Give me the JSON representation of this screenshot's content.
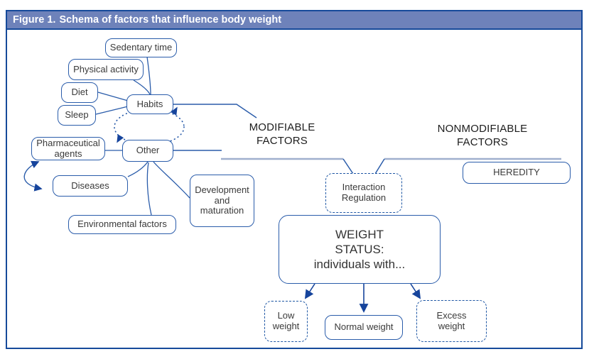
{
  "title": {
    "prefix": "Figure 1.",
    "rest": "Schema of factors that influence body weight"
  },
  "colors": {
    "header_fill": "#6e82ba",
    "frame_border": "#164a9a",
    "node_border": "#2a5caa",
    "dashed_border": "#1f57a4",
    "arrowhead": "#16449c",
    "bracket_line": "#9fafce",
    "node_text": "#3a3a3a",
    "label_text": "#1d1d1d",
    "title_text": "#ffffff"
  },
  "group_labels": {
    "modifiable": "MODIFIABLE FACTORS",
    "nonmodifiable": "NONMODIFIABLE FACTORS"
  },
  "nodes": {
    "sedentary_time": {
      "label": "Sedentary time"
    },
    "physical_activity": {
      "label": "Physical activity"
    },
    "diet": {
      "label": "Diet"
    },
    "sleep": {
      "label": "Sleep"
    },
    "habits": {
      "label": "Habits"
    },
    "pharmaceutical_agents": {
      "label": "Pharmaceutical agents"
    },
    "other": {
      "label": "Other"
    },
    "diseases": {
      "label": "Diseases"
    },
    "environmental_factors": {
      "label": "Environmental factors"
    },
    "development_maturation": {
      "label": "Development and maturation"
    },
    "heredity": {
      "label": "HEREDITY"
    },
    "interaction_regulation": {
      "label": "Interaction Regulation"
    },
    "weight_status": {
      "lines": [
        "WEIGHT",
        "STATUS:",
        "individuals with..."
      ]
    },
    "low_weight": {
      "label": "Low weight"
    },
    "normal_weight": {
      "label": "Normal weight"
    },
    "excess_weight": {
      "label": "Excess weight"
    }
  }
}
